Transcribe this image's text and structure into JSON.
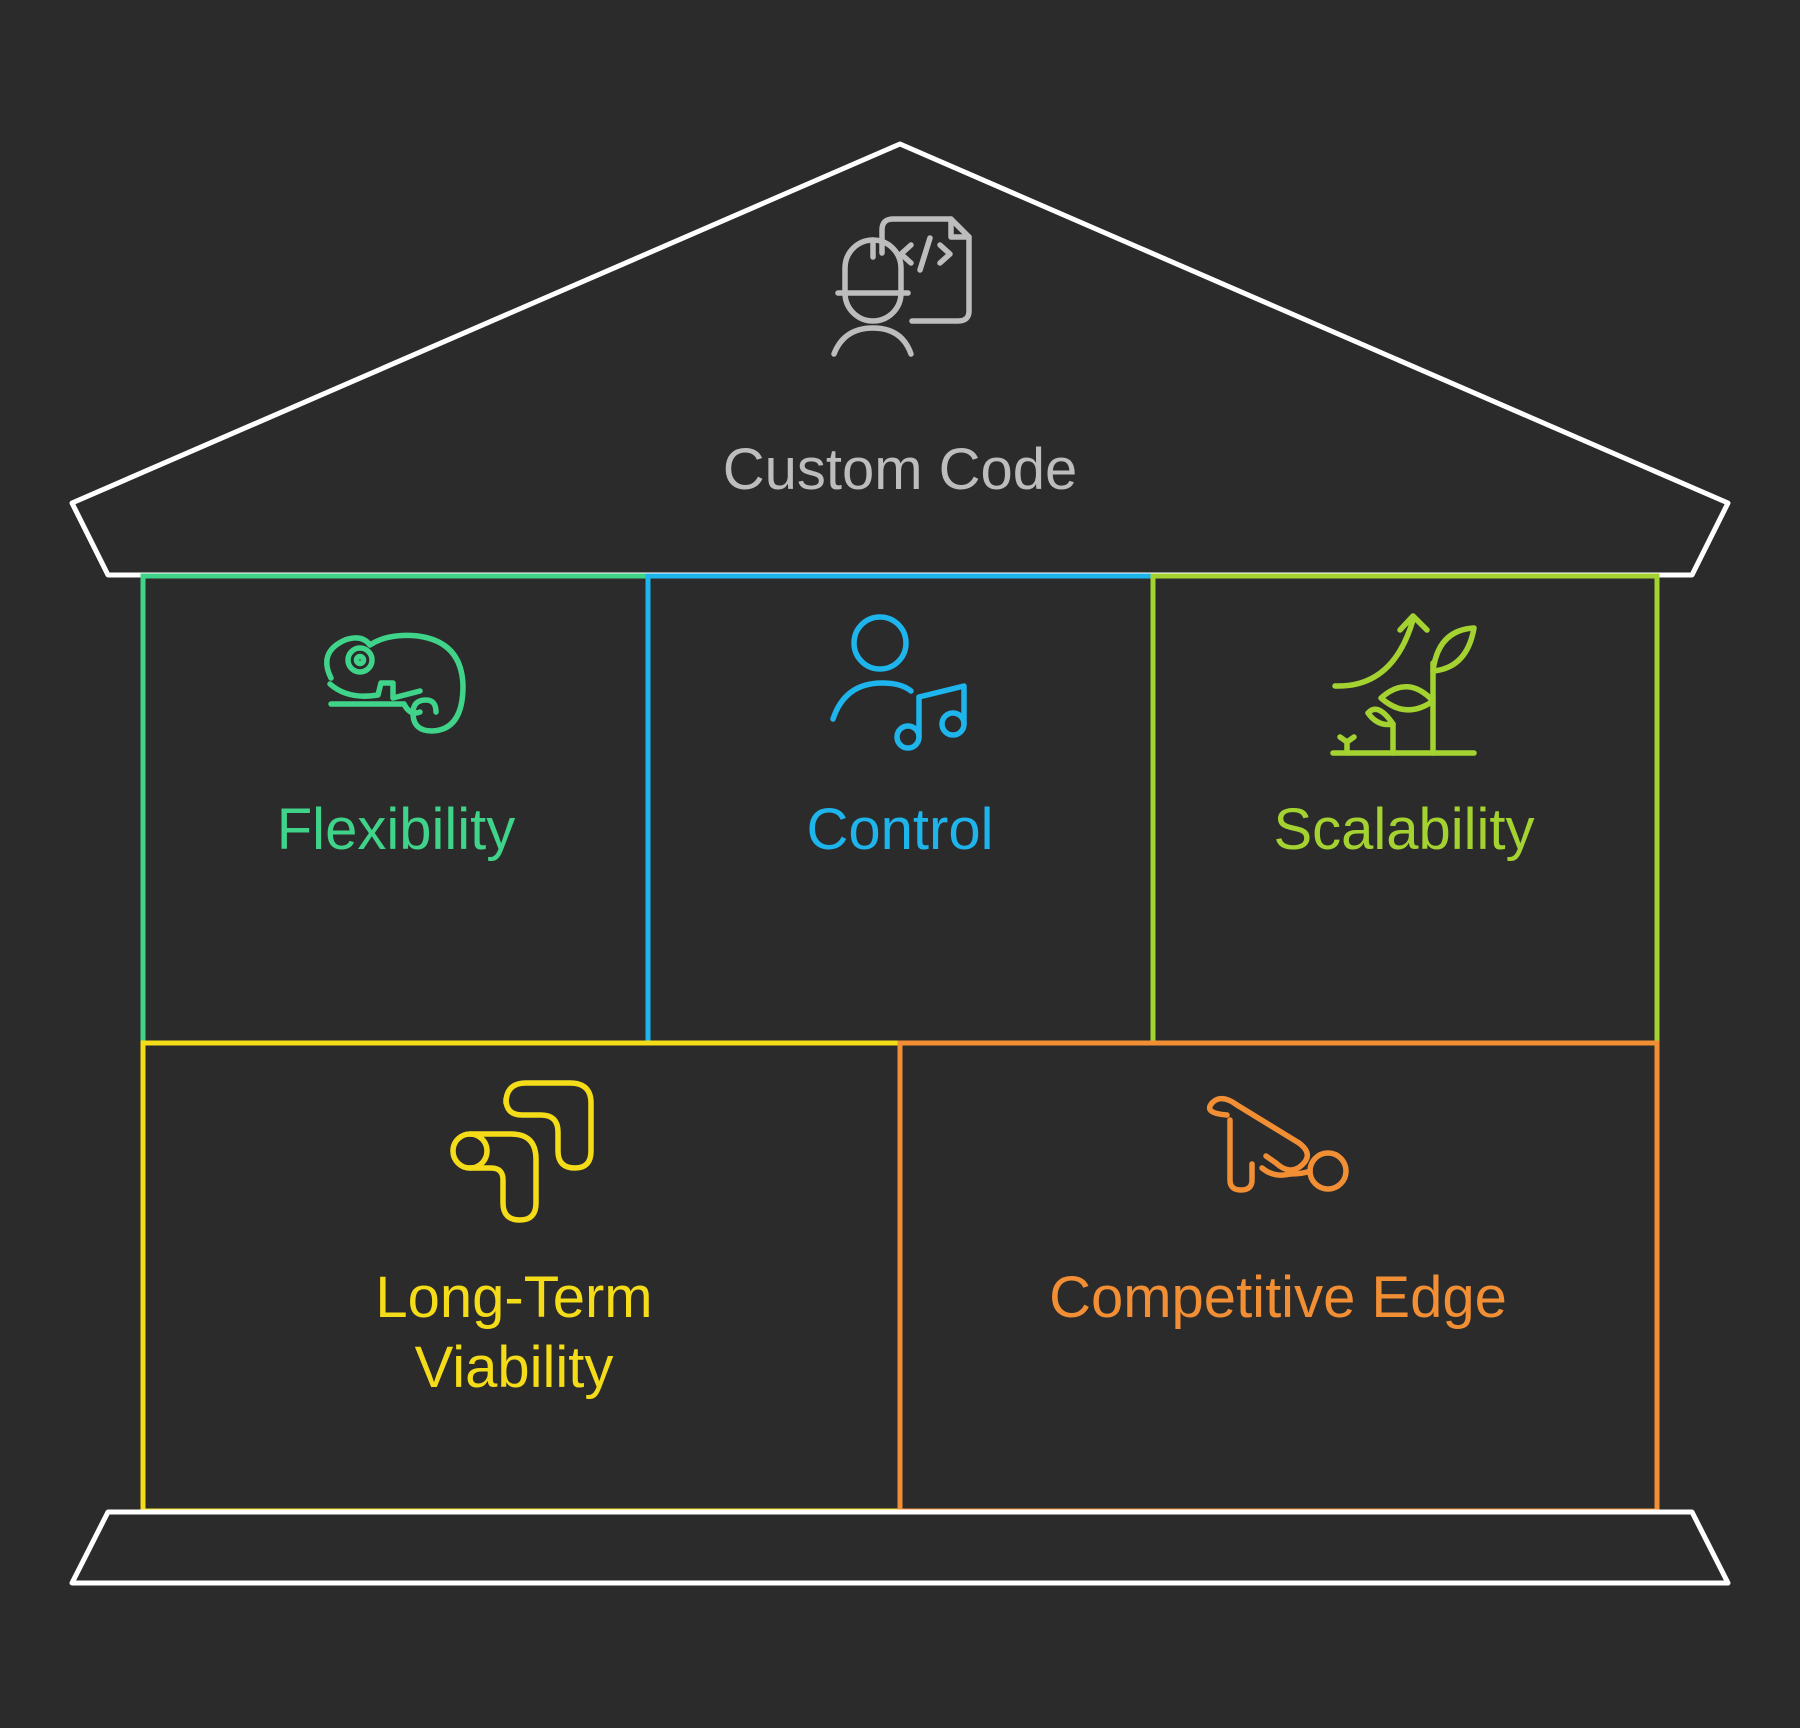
{
  "roof": {
    "title": "Custom Code",
    "icon": "developer-code-icon",
    "color": "#bdbdbd"
  },
  "outline_color": "#ffffff",
  "pillars": [
    {
      "label": "Flexibility",
      "icon": "chameleon-icon",
      "color": "#3fd48a"
    },
    {
      "label": "Control",
      "icon": "person-music-icon",
      "color": "#1eb4ec"
    },
    {
      "label": "Scalability",
      "icon": "growing-plant-icon",
      "color": "#a4d331"
    },
    {
      "label_lines": [
        "Long-Term",
        "Viability"
      ],
      "icon": "pipe-path-icon",
      "color": "#f5dc18"
    },
    {
      "label": "Competitive Edge",
      "icon": "pointing-hand-icon",
      "color": "#f28f34"
    }
  ]
}
